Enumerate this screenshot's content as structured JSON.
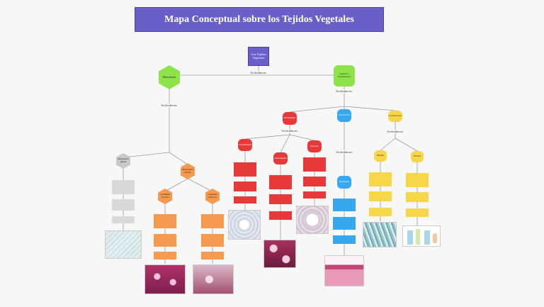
{
  "title": "Mapa Conceptual sobre los Tejidos Vegetales",
  "root": "Los Tejidos Vegetales",
  "left_branch": {
    "label": "Meristemos",
    "connector": "Se dividen en:",
    "children": {
      "gray": "Meristemo apical",
      "orange": "Meristemo lateral",
      "orange_left": "Cambium vascular",
      "orange_right": "Cambium suberoso"
    }
  },
  "center_connector": "Se dividen en:",
  "right_branch": {
    "label": "Adultos o Permanentes",
    "connector": "Se dividen en:",
    "red": {
      "label": "Parénquima",
      "connector": "Se dividen en:",
      "children": [
        "Clorénquima",
        "Aerénquima",
        "Reserva"
      ]
    },
    "blue": {
      "label": "Protectores",
      "connector": "Se dividen en:",
      "child": "Epidermis"
    },
    "yellow": {
      "label": "Conductores",
      "connector": "Se dividen en:",
      "children": [
        "Xilema",
        "Floema"
      ]
    }
  },
  "colors": {
    "purple": "#6a5fc8",
    "green": "#8fe34a",
    "gray": "#c8c8c8",
    "orange": "#f59a4f",
    "red": "#e8393a",
    "blue": "#38a8ee",
    "yellow": "#f7d64a"
  }
}
